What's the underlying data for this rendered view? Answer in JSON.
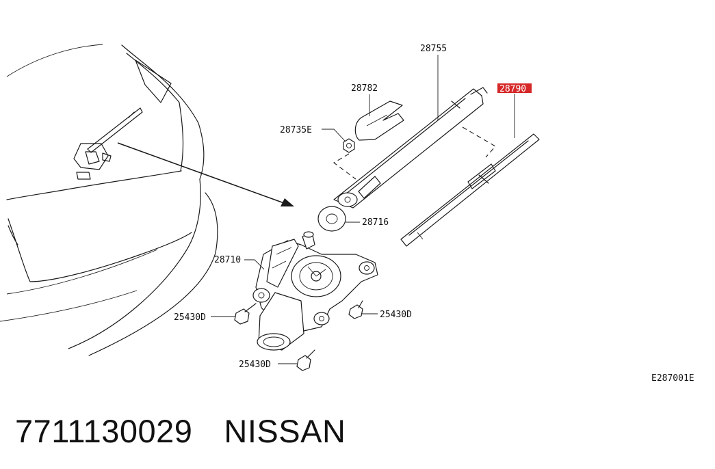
{
  "diagram": {
    "callouts": [
      {
        "id": "28755",
        "text": "28755"
      },
      {
        "id": "28782",
        "text": "28782"
      },
      {
        "id": "28790",
        "text": "28790",
        "highlight_color": "#d62828"
      },
      {
        "id": "28735E",
        "text": "28735E"
      },
      {
        "id": "28716",
        "text": "28716"
      },
      {
        "id": "28710",
        "text": "28710"
      },
      {
        "id": "25430D_left",
        "text": "25430D"
      },
      {
        "id": "25430D_right",
        "text": "25430D"
      },
      {
        "id": "25430D_bottom",
        "text": "25430D"
      }
    ],
    "figure_code": "E287001E"
  },
  "caption": {
    "part_number": "7711130029",
    "brand": "NISSAN"
  }
}
